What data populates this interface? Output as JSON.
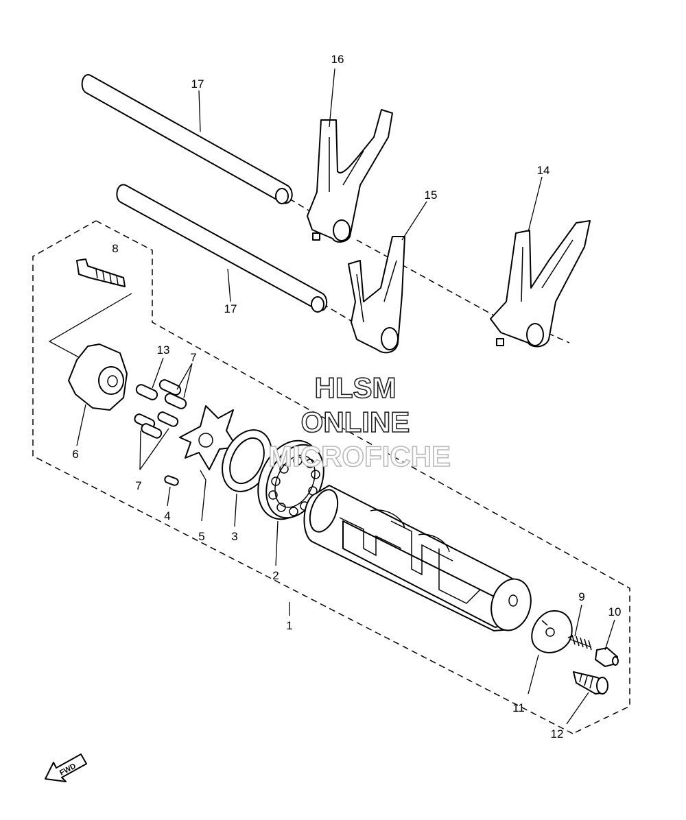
{
  "watermark": {
    "line1": "HLSM",
    "line2": "ONLINE",
    "line3": "MICROFICHE"
  },
  "direction_marker": {
    "label": "FWD"
  },
  "callouts": [
    "1",
    "2",
    "3",
    "4",
    "5",
    "6",
    "7",
    "7",
    "8",
    "9",
    "10",
    "11",
    "12",
    "13",
    "14",
    "15",
    "16",
    "17",
    "17"
  ],
  "parts": [
    {
      "ref": "1",
      "name": "shift-cam-assembly"
    },
    {
      "ref": "2",
      "name": "bearing"
    },
    {
      "ref": "3",
      "name": "ring"
    },
    {
      "ref": "4",
      "name": "pin"
    },
    {
      "ref": "5",
      "name": "segment"
    },
    {
      "ref": "6",
      "name": "stopper"
    },
    {
      "ref": "7",
      "name": "pins"
    },
    {
      "ref": "8",
      "name": "screw"
    },
    {
      "ref": "9",
      "name": "spring"
    },
    {
      "ref": "10",
      "name": "plunger"
    },
    {
      "ref": "11",
      "name": "plate"
    },
    {
      "ref": "12",
      "name": "screw"
    },
    {
      "ref": "13",
      "name": "pin"
    },
    {
      "ref": "14",
      "name": "shift-fork"
    },
    {
      "ref": "15",
      "name": "shift-fork"
    },
    {
      "ref": "16",
      "name": "shift-fork"
    },
    {
      "ref": "17",
      "name": "fork-guide-bar"
    }
  ],
  "colors": {
    "ink": "#000000",
    "paper": "#ffffff"
  }
}
